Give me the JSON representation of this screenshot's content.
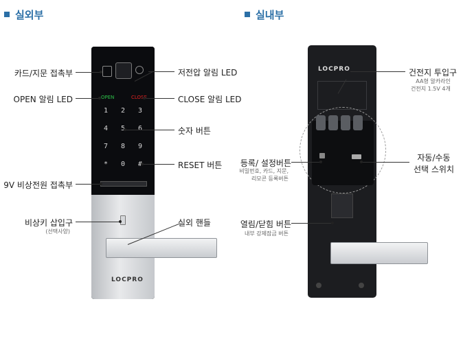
{
  "sections": {
    "exterior": "실외부",
    "interior": "실내부"
  },
  "exterior_labels": {
    "card_fp": "카드/지문 접촉부",
    "open_led": "OPEN 알림 LED",
    "low_voltage_led": "저전압 알림 LED",
    "close_led": "CLOSE 알림 LED",
    "number_btn": "숫자 버튼",
    "reset_btn": "RESET 버튼",
    "battery_9v": "9V 비상전원 접촉부",
    "key_slot": "비상키 삽입구",
    "key_slot_sub": "(선택사양)",
    "outer_handle": "실외 핸들"
  },
  "interior_labels": {
    "battery": "건전지 투입구",
    "battery_sub": "AA형 알카라인\n건전지 1.5V 4개",
    "register_btn": "등록/ 설정버튼",
    "register_sub": "비밀번호, 카드, 지문,\n리모콘 등록버튼",
    "auto_manual": "자동/수동\n선택 스위치",
    "open_close_btn": "열림/닫힘 버튼",
    "open_close_sub": "내부 강제잠금 버튼"
  },
  "device": {
    "brand": "LOCPRO",
    "led_open": "OPEN",
    "led_close": "CLOSE",
    "keypad": [
      "1",
      "2",
      "3",
      "4",
      "5",
      "6",
      "7",
      "8",
      "9",
      "*",
      "0",
      "#"
    ]
  },
  "colors": {
    "accent": "#2b6fa6",
    "open_led": "#2ec24a",
    "close_led": "#e02222"
  }
}
